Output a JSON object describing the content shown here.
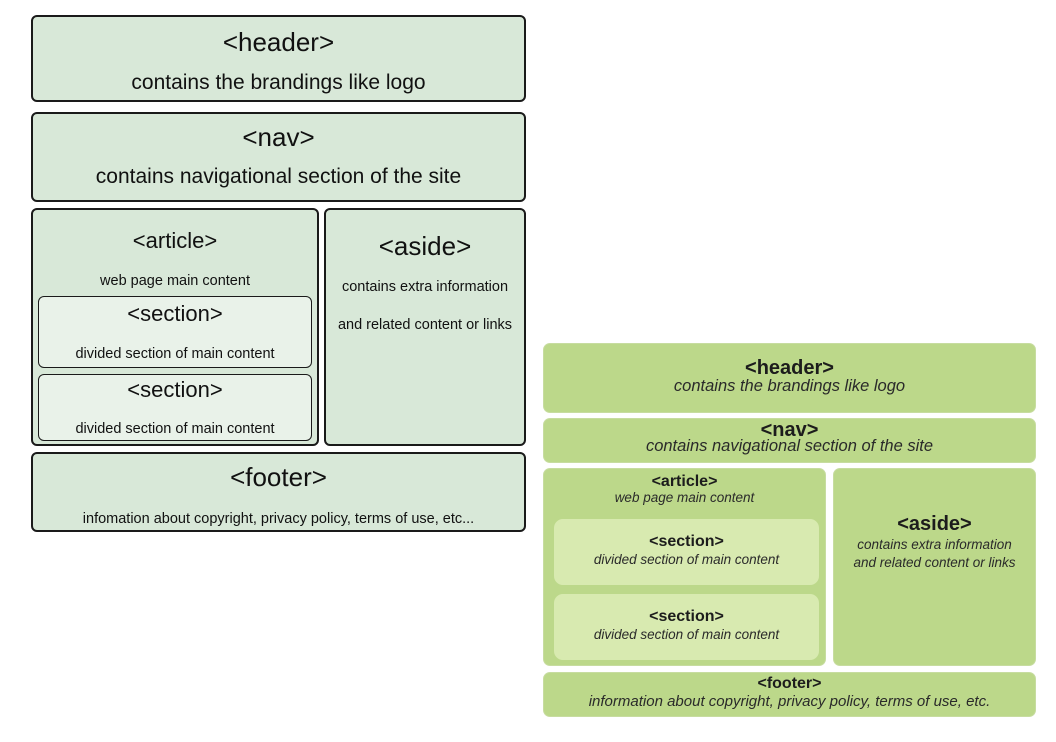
{
  "left_diagram": {
    "header": {
      "tag": "<header>",
      "desc": "contains the brandings like logo"
    },
    "nav": {
      "tag": "<nav>",
      "desc": "contains navigational section of the site"
    },
    "article": {
      "tag": "<article>",
      "desc": "web page main content",
      "sections": [
        {
          "tag": "<section>",
          "desc": "divided section of main content"
        },
        {
          "tag": "<section>",
          "desc": "divided section of main content"
        }
      ]
    },
    "aside": {
      "tag": "<aside>",
      "desc_line1": "contains extra information",
      "desc_line2": "and related content or links"
    },
    "footer": {
      "tag": "<footer>",
      "desc": "infomation about copyright, privacy policy, terms of use, etc..."
    }
  },
  "right_diagram": {
    "header": {
      "tag": "<header>",
      "desc": "contains the brandings like logo"
    },
    "nav": {
      "tag": "<nav>",
      "desc": "contains navigational section of the site"
    },
    "article": {
      "tag": "<article>",
      "desc": "web page main content",
      "sections": [
        {
          "tag": "<section>",
          "desc": "divided section of main content"
        },
        {
          "tag": "<section>",
          "desc": "divided section of main content"
        }
      ]
    },
    "aside": {
      "tag": "<aside>",
      "desc_line1": "contains extra information",
      "desc_line2": "and related content or links"
    },
    "footer": {
      "tag": "<footer>",
      "desc": "information about copyright, privacy policy, terms of use, etc."
    }
  },
  "colors": {
    "left_fill": "#d8e8d8",
    "left_inner_fill": "#e9f2e9",
    "left_border": "#1a1a1a",
    "right_fill": "#bcd88a",
    "right_inner_fill": "#d8eab0"
  }
}
